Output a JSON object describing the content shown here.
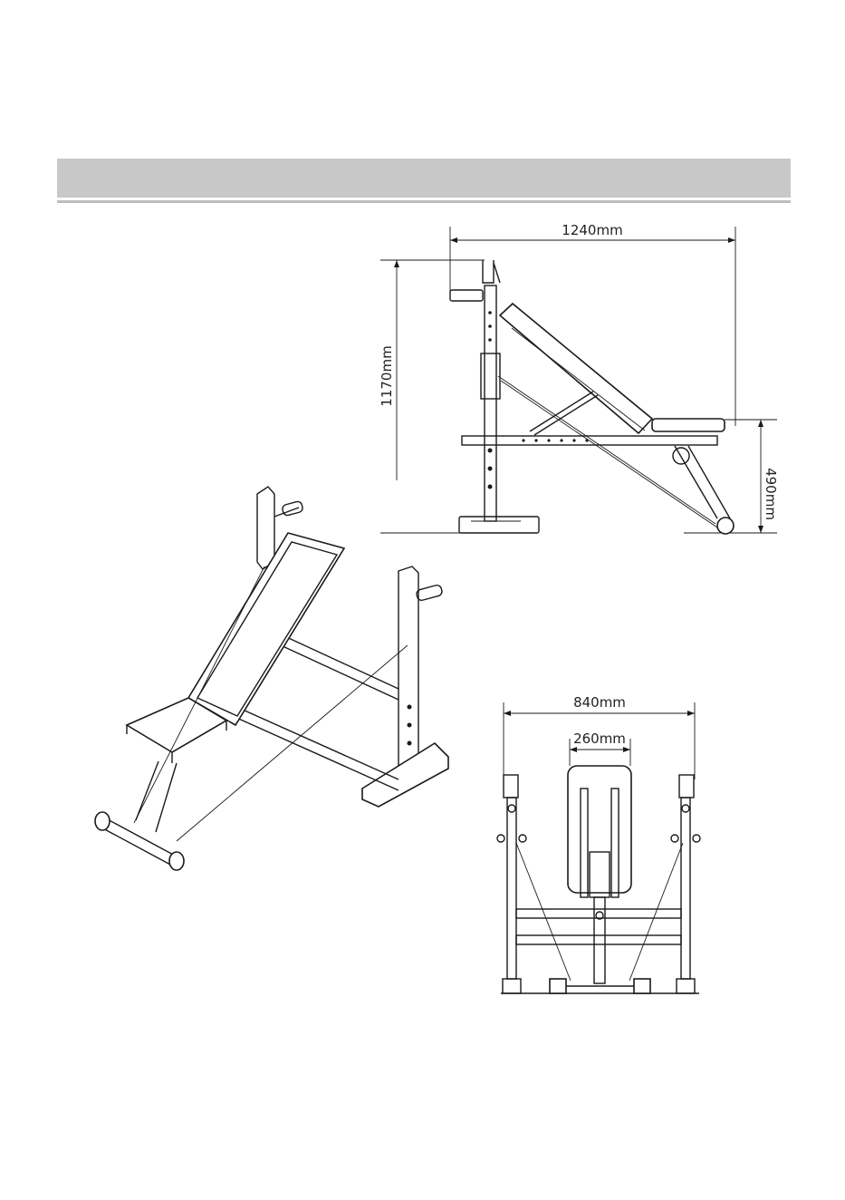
{
  "header": {
    "title": ""
  },
  "side_view": {
    "width_label": "1240mm",
    "height_label": "1170mm",
    "seat_height_label": "490mm"
  },
  "front_view": {
    "width_label": "840mm",
    "backrest_width_label": "260mm"
  }
}
